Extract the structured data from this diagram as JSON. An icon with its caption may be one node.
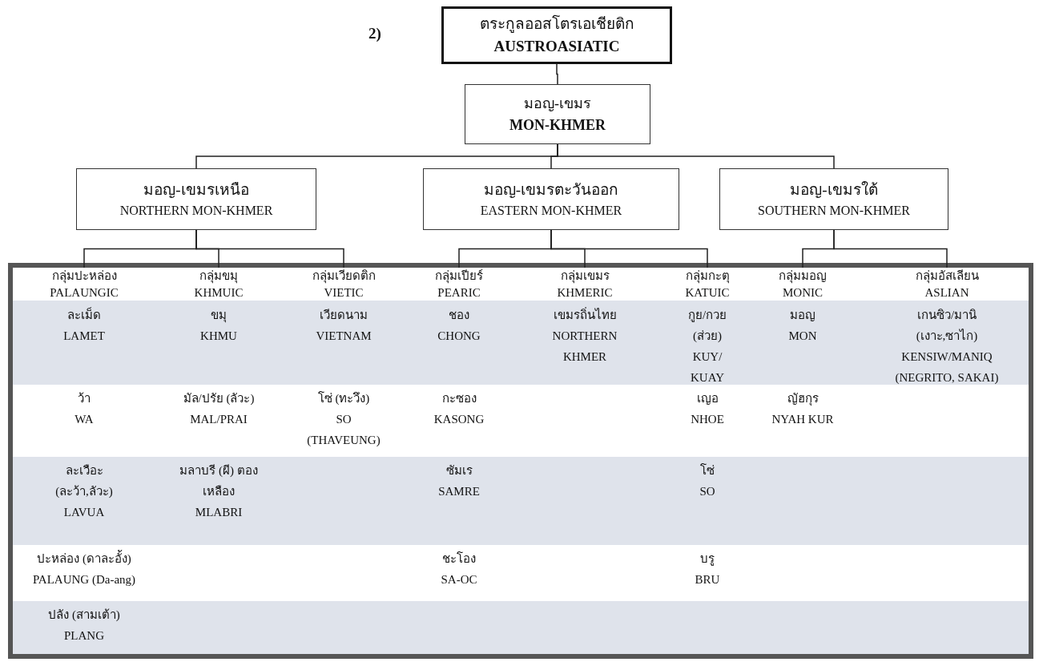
{
  "diagram": {
    "nodes": [
      {
        "text": [
          "ตระกูลออสโตรเอเชียติก",
          "AUSTROASIATIC"
        ]
      },
      {
        "text": [
          "มอญ-เขมร",
          "MON-KHMER"
        ]
      },
      {
        "text": [
          "มอญ-เขมรเหนือ",
          "NORTHERN MON-KHMER"
        ]
      },
      {
        "text": [
          "มอญ-เขมรตะวันออก",
          "EASTERN MON-KHMER"
        ]
      },
      {
        "text": [
          "มอญ-เขมรใต้",
          "SOUTHERN MON-KHMER"
        ]
      },
      {
        "text": [
          "กลุ่มปะหล่อง",
          "PALAUNGIC"
        ]
      },
      {
        "text": [
          "กลุ่มขมุ",
          "KHMUIC"
        ]
      },
      {
        "text": [
          "กลุ่มเวียดติก",
          "VIETIC"
        ]
      },
      {
        "text": [
          "กลุ่มเปียร์",
          "PEARIC"
        ]
      },
      {
        "text": [
          "กลุ่มเขมร",
          "KHMERIC"
        ]
      },
      {
        "text": [
          "กลุ่มกะตุ",
          "KATUIC"
        ]
      },
      {
        "text": [
          "กลุ่มมอญ",
          "MONIC"
        ]
      },
      {
        "text": [
          "กลุ่มอัสเลียน",
          "ASLIAN"
        ]
      }
    ],
    "edges": [
      {
        "from": 0,
        "to": 1,
        "arrow": "none"
      },
      {
        "from": 1,
        "to": 2,
        "arrow": "none"
      },
      {
        "from": 1,
        "to": 3,
        "arrow": "none"
      },
      {
        "from": 1,
        "to": 4,
        "arrow": "none"
      },
      {
        "from": 2,
        "to": 5,
        "arrow": "none"
      },
      {
        "from": 2,
        "to": 6,
        "arrow": "none"
      },
      {
        "from": 2,
        "to": 7,
        "arrow": "none"
      },
      {
        "from": 3,
        "to": 8,
        "arrow": "none"
      },
      {
        "from": 3,
        "to": 9,
        "arrow": "none"
      },
      {
        "from": 3,
        "to": 10,
        "arrow": "none"
      },
      {
        "from": 4,
        "to": 11,
        "arrow": "none"
      },
      {
        "from": 4,
        "to": 12,
        "arrow": "none"
      }
    ],
    "labels": [
      "2)",
      "ละเม็ด",
      "LAMET",
      "ขมุ",
      "KHMU",
      "เวียดนาม",
      "VIETNAM",
      "ชอง",
      "CHONG",
      "เขมรถิ่นไทย",
      "NORTHERN KHMER",
      "กูย/กวย (ส่วย)",
      "KUY/ KUAY",
      "มอญ",
      "MON",
      "เกนซิว/มานิ (เงาะ,ซาไก)",
      "KENSIW/MANIQ (NEGRITO, SAKAI)",
      "ว้า",
      "WA",
      "มัล/ปรัย (ลัวะ)",
      "MAL/PRAI",
      "โซ่ (ทะวึง)",
      "SO (THAVEUNG)",
      "กะซอง",
      "KASONG",
      "เญอ",
      "NHOE",
      "ญัฮกุร",
      "NYAH KUR",
      "ละเวือะ (ละว้า,ลัวะ)",
      "LAVUA",
      "มลาบรี (ผี) ตองเหลือง",
      "MLABRI",
      "ซัมเร",
      "SAMRE",
      "โซ่",
      "SO",
      "ปะหล่อง (ดาละอั้ง)",
      "PALAUNG (Da-ang)",
      "ชะโอง",
      "SA-OC",
      "บรู",
      "BRU",
      "ปลัง (สามเต้า)",
      "PLANG"
    ]
  }
}
